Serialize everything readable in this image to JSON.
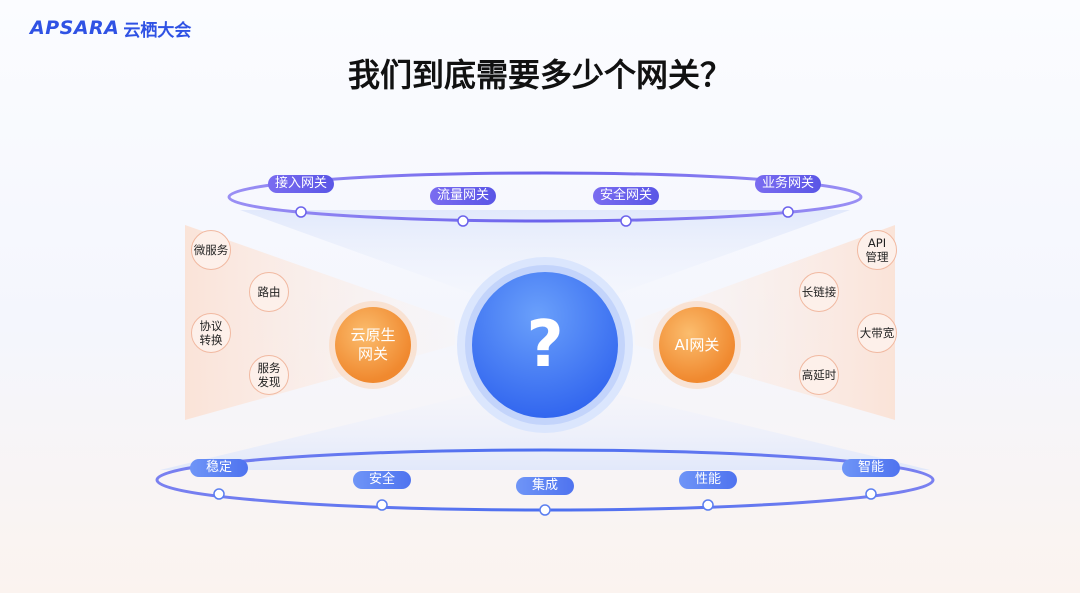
{
  "logo": {
    "brand": "APSARA",
    "sub": "云栖大会"
  },
  "title": "我们到底需要多少个网关？",
  "center_symbol": "?",
  "top_ring": {
    "items": [
      "接入网关",
      "流量网关",
      "安全网关",
      "业务网关"
    ]
  },
  "left_hub": {
    "label": "云原生网关",
    "items": [
      "微服务",
      "路由",
      "协议转换",
      "服务发现"
    ]
  },
  "right_hub": {
    "label": "AI网关",
    "items": [
      "API管理",
      "长链接",
      "大带宽",
      "高延时"
    ]
  },
  "bottom_ring": {
    "items": [
      "稳定",
      "安全",
      "集成",
      "性能",
      "智能"
    ]
  },
  "colors": {
    "brand_blue": "#2f52e4",
    "ring_purple": "#6b62ec",
    "ring_blue": "#5b7ef0",
    "hub_orange": "#f28c34",
    "center_blue": "#3c73f2"
  }
}
